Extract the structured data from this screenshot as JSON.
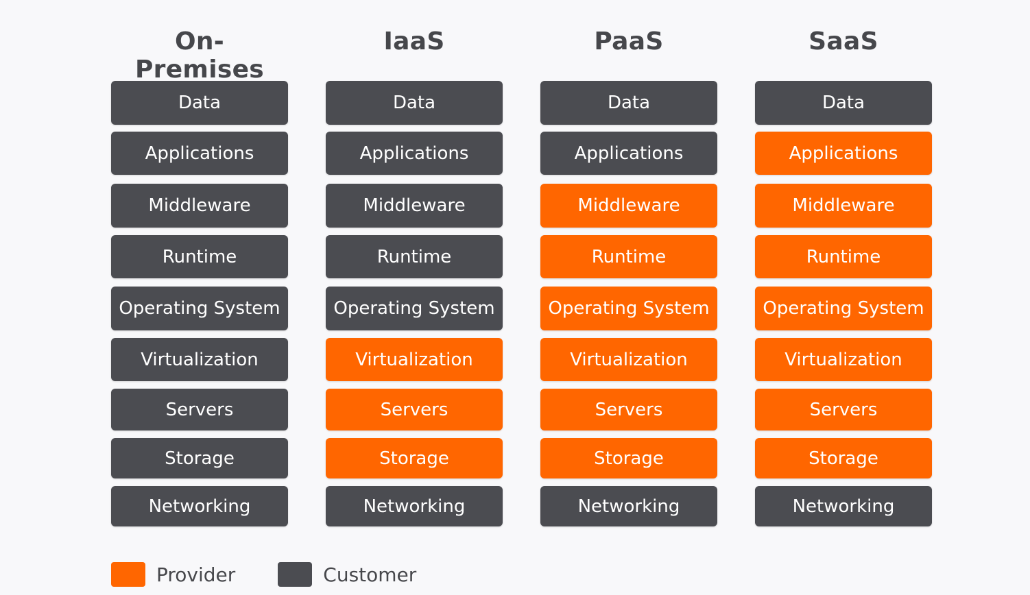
{
  "title": "Cloud Service Models Responsibility",
  "colors": {
    "provider": "#ff6600",
    "customer": "#4b4c51"
  },
  "layers": [
    "Data",
    "Applications",
    "Middleware",
    "Runtime",
    "Operating System",
    "Virtualization",
    "Servers",
    "Storage",
    "Networking"
  ],
  "columns": [
    {
      "title": "On-Premises",
      "cells": [
        {
          "label": "Data",
          "owner": "customer"
        },
        {
          "label": "Applications",
          "owner": "customer"
        },
        {
          "label": "Middleware",
          "owner": "customer"
        },
        {
          "label": "Runtime",
          "owner": "customer"
        },
        {
          "label": "Operating System",
          "owner": "customer"
        },
        {
          "label": "Virtualization",
          "owner": "customer"
        },
        {
          "label": "Servers",
          "owner": "customer"
        },
        {
          "label": "Storage",
          "owner": "customer"
        },
        {
          "label": "Networking",
          "owner": "customer"
        }
      ]
    },
    {
      "title": "IaaS",
      "cells": [
        {
          "label": "Data",
          "owner": "customer"
        },
        {
          "label": "Applications",
          "owner": "customer"
        },
        {
          "label": "Middleware",
          "owner": "customer"
        },
        {
          "label": "Runtime",
          "owner": "customer"
        },
        {
          "label": "Operating System",
          "owner": "customer"
        },
        {
          "label": "Virtualization",
          "owner": "provider"
        },
        {
          "label": "Servers",
          "owner": "provider"
        },
        {
          "label": "Storage",
          "owner": "provider"
        },
        {
          "label": "Networking",
          "owner": "customer"
        }
      ]
    },
    {
      "title": "PaaS",
      "cells": [
        {
          "label": "Data",
          "owner": "customer"
        },
        {
          "label": "Applications",
          "owner": "customer"
        },
        {
          "label": "Middleware",
          "owner": "provider"
        },
        {
          "label": "Runtime",
          "owner": "provider"
        },
        {
          "label": "Operating System",
          "owner": "provider"
        },
        {
          "label": "Virtualization",
          "owner": "provider"
        },
        {
          "label": "Servers",
          "owner": "provider"
        },
        {
          "label": "Storage",
          "owner": "provider"
        },
        {
          "label": "Networking",
          "owner": "customer"
        }
      ]
    },
    {
      "title": "SaaS",
      "cells": [
        {
          "label": "Data",
          "owner": "customer"
        },
        {
          "label": "Applications",
          "owner": "provider"
        },
        {
          "label": "Middleware",
          "owner": "provider"
        },
        {
          "label": "Runtime",
          "owner": "provider"
        },
        {
          "label": "Operating System",
          "owner": "provider"
        },
        {
          "label": "Virtualization",
          "owner": "provider"
        },
        {
          "label": "Servers",
          "owner": "provider"
        },
        {
          "label": "Storage",
          "owner": "provider"
        },
        {
          "label": "Networking",
          "owner": "customer"
        }
      ]
    }
  ],
  "legend": [
    {
      "key": "provider",
      "label": "Provider"
    },
    {
      "key": "customer",
      "label": "Customer"
    }
  ]
}
